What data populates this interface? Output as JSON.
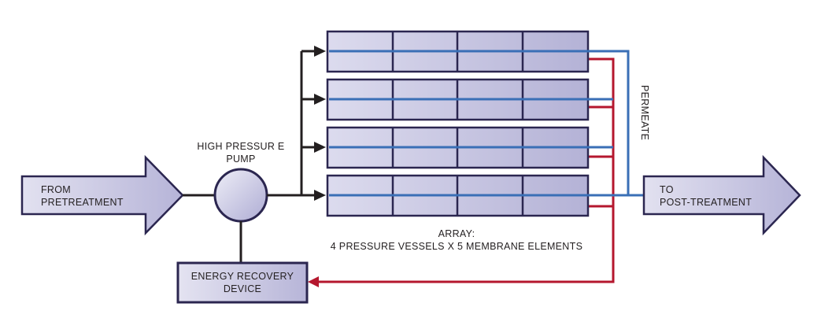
{
  "colors": {
    "outline": "#2b2650",
    "fill_light": "#d9d8ec",
    "fill_mid": "#b9b7da",
    "feed_line": "#231f20",
    "permeate_line": "#3a6fb6",
    "concentrate_line": "#b5172e",
    "background": "#ffffff"
  },
  "inlet": {
    "line1": "FROM",
    "line2": "PRETREATMENT"
  },
  "pump": {
    "line1": "HIGH PRESSUR E",
    "line2": "PUMP"
  },
  "erd": {
    "line1": "ENERGY RECOVERY",
    "line2": "DEVICE"
  },
  "array": {
    "line1": "ARRAY:",
    "line2": "4 PRESSURE VESSELS X 5 MEMBRANE ELEMENTS",
    "vessel_count": 4,
    "segments_per_vessel": 4
  },
  "permeate": {
    "label": "PERMEATE"
  },
  "outlet": {
    "line1": "TO",
    "line2": "POST-TREATMENT"
  }
}
